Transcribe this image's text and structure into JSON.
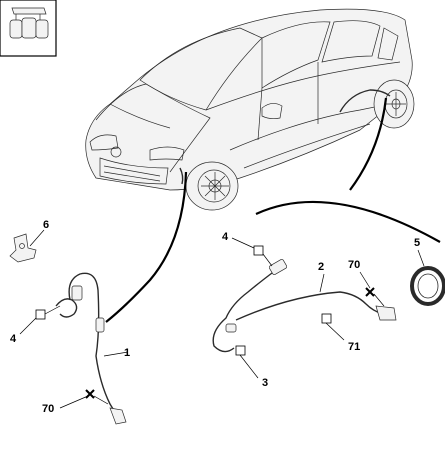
{
  "callouts": {
    "c1": "1",
    "c2": "2",
    "c3": "3",
    "c4_left": "4",
    "c4_right": "4",
    "c5": "5",
    "c6": "6",
    "c70_left": "70",
    "c70_right": "70",
    "c71": "71"
  },
  "icons": {
    "inset": "clip-detail-icon",
    "marker": "x-mark-icon"
  }
}
